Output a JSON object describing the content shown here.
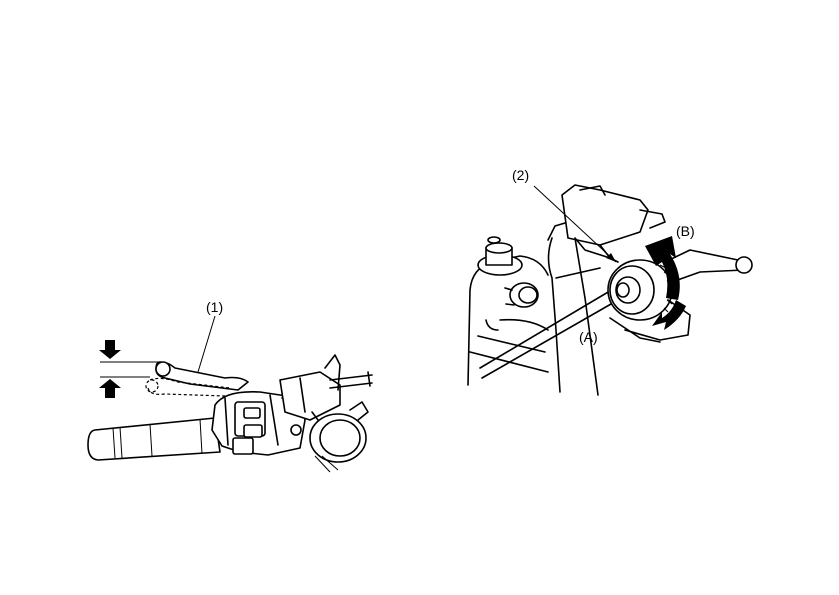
{
  "left_figure": {
    "callout_1": "(1)"
  },
  "right_figure": {
    "callout_2": "(2)",
    "label_a": "(A)",
    "label_b": "(B)"
  }
}
